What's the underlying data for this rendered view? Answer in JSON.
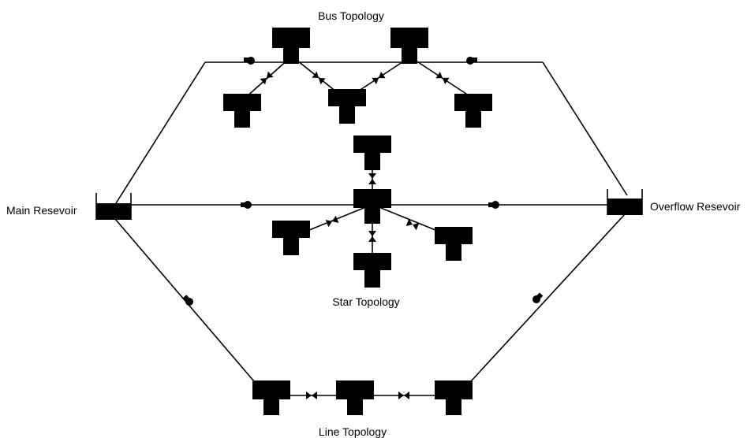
{
  "labels": {
    "bus_title": "Bus Topology",
    "star_title": "Star Topology",
    "line_title": "Line Topology",
    "main_reservoir": "Main Resevoir",
    "overflow_reservoir": "Overflow Resevoir"
  },
  "colors": {
    "ink": "#000000",
    "background": "#ffffff"
  }
}
